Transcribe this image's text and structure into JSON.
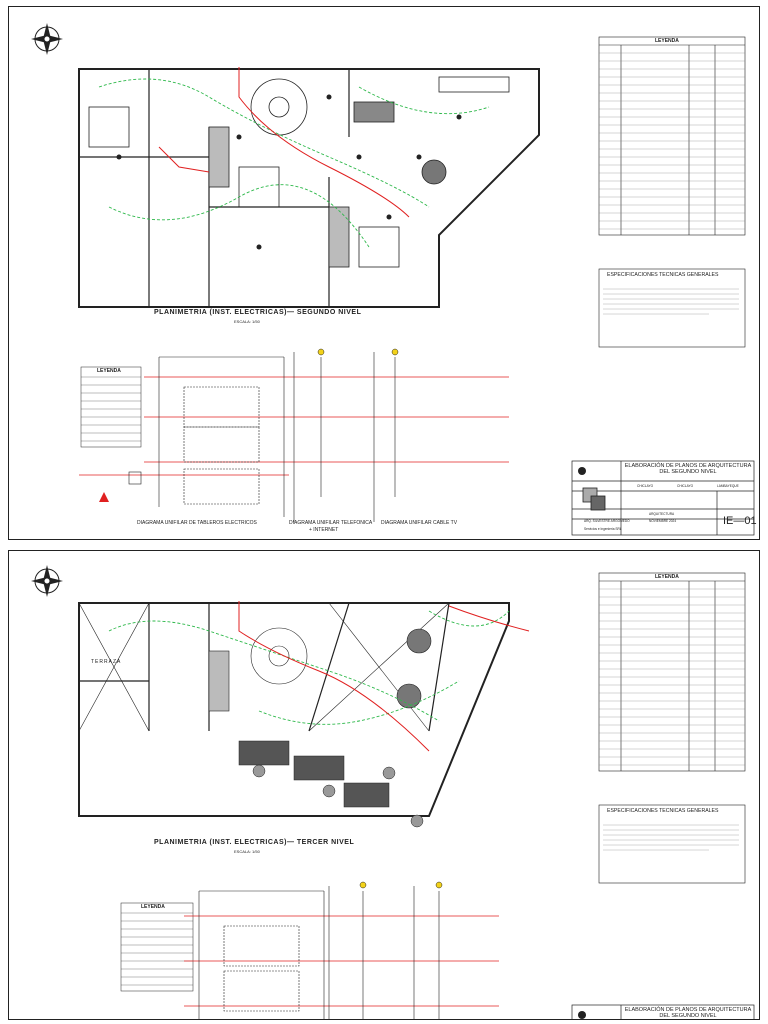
{
  "sheets": [
    {
      "plan_title": "PLANIMETRIA (INST. ELECTRICAS)— SEGUNDO NIVEL",
      "scale": "ESCALA: 1/50",
      "legend_title": "LEYENDA",
      "unifilar_legend_title": "LEYENDA",
      "specs_title": "ESPECIFICACIONES TECNICAS GENERALES",
      "diagram_captions": {
        "electric": "DIAGRAMA UNIFILAR DE TABLEROS ELECTRICOS",
        "phone_1": "DIAGRAMA UNIFILAR TELEFONICA",
        "phone_2": "+ INTERNET",
        "tv": "DIAGRAMA UNIFILAR CABLE TV"
      },
      "title_block": {
        "project_line1": "ELABORACIÓN DE PLANOS DE ARQUITECTURA",
        "project_line2": "DEL SEGUNDO NIVEL",
        "district": "CHICLAYO",
        "province": "CHICLAYO",
        "region": "LAMBAYEQUE",
        "specialty": "ARQUITECTURA",
        "designer": "ARQ. SILVESTRE ARGOMEDO",
        "date": "NOVIEMBRE 2024",
        "company": "Servicios e Ingenieria SRL",
        "sheet_code": "IE—01"
      }
    },
    {
      "plan_title": "PLANIMETRIA (INST. ELECTRICAS)— TERCER NIVEL",
      "scale": "ESCALA: 1/50",
      "legend_title": "LEYENDA",
      "unifilar_legend_title": "LEYENDA",
      "specs_title": "ESPECIFICACIONES TECNICAS GENERALES",
      "terrace_label": "TERRAZA",
      "title_block": {
        "project_line1": "ELABORACIÓN DE PLANOS DE ARQUITECTURA",
        "project_line2": "DEL SEGUNDO NIVEL"
      }
    }
  ],
  "colors": {
    "wall": "#222222",
    "circuit_green": "#2db84a",
    "circuit_red": "#e02020"
  }
}
